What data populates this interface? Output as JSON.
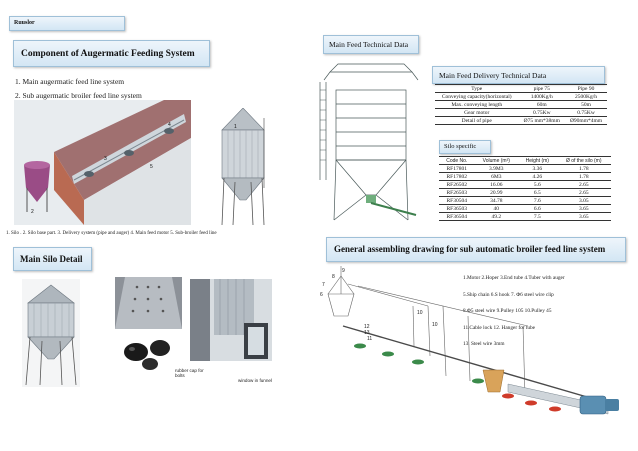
{
  "brand": "Ruuslor",
  "left_title": "Component of Augermatic Feeding System",
  "list_items": [
    "1.  Main augermatic  feed line system",
    "2.  Sub augermatic broiler feed line system"
  ],
  "legend": "1. Silo  . 2. Silo base part.   3. Delivery system (pipe and auger)     4. Main feed motor     5. Sub-broiler feed line",
  "main_feed_title": "Main Feed Technical Data",
  "delivery_title": "Main Feed Delivery  Technical Data",
  "delivery_table": {
    "headers": [
      "Type",
      "pipe 75",
      "Pipe 90"
    ],
    "rows": [
      [
        "Conveying capacity(horizontal)",
        "1400Kg/h",
        "2500Kg/h"
      ],
      [
        "Max. conveying length",
        "60m",
        "50m"
      ],
      [
        "Gear motor",
        "0.75Kw",
        "0.75Kw"
      ],
      [
        "Detail of pipe",
        "Ø75 mm*38mm",
        "Ø90mm*4mm"
      ]
    ]
  },
  "silo_spec_title": "Silo specific",
  "silo_table": {
    "headers": [
      "Code No.",
      "Volume (m³)",
      "Height (m)",
      "Ø of the silo (m)"
    ],
    "rows": [
      [
        "RF17801",
        "3.9M3",
        "3.36",
        "1.78"
      ],
      [
        "RF17802",
        "6M3",
        "4.26",
        "1.78"
      ],
      [
        "RF26502",
        "16.06",
        "5.6",
        "2.65"
      ],
      [
        "RF26503",
        "20.99",
        "6.5",
        "2.65"
      ],
      [
        "RF30504",
        "34.78",
        "7.6",
        "3.05"
      ],
      [
        "RF36503",
        "40",
        "6.6",
        "3.65"
      ],
      [
        "RF36504",
        "49.2",
        "7.5",
        "3.65"
      ]
    ]
  },
  "silo_detail_title": "Main Silo Detail",
  "assembly_title": "General assembling drawing for sub automatic broiler feed line system",
  "assembly_notes": [
    "1.Motor 2.Hoper 3.End tube 4.Tuber with auger",
    "5.Ship chain 6.S hook 7. Φ6 steel wire clip",
    "8.Φ5 steel wire 9.Pulley 105 10.Pulley 45",
    "11.Cable lock 12. Hanger for tube",
    "13. Steel wire 3mm"
  ],
  "captions": {
    "rubber_cap": "rubber cap for bolts",
    "window": "window in funnel"
  },
  "image_labels": {
    "silo_1": "1",
    "silo_2": "2",
    "line_3": "3",
    "line_4": "4",
    "line_5": "5",
    "silo_big_1": "1"
  },
  "drawing_labels": [
    "9",
    "8",
    "7",
    "6",
    "12",
    "13",
    "11",
    "10",
    "10"
  ]
}
